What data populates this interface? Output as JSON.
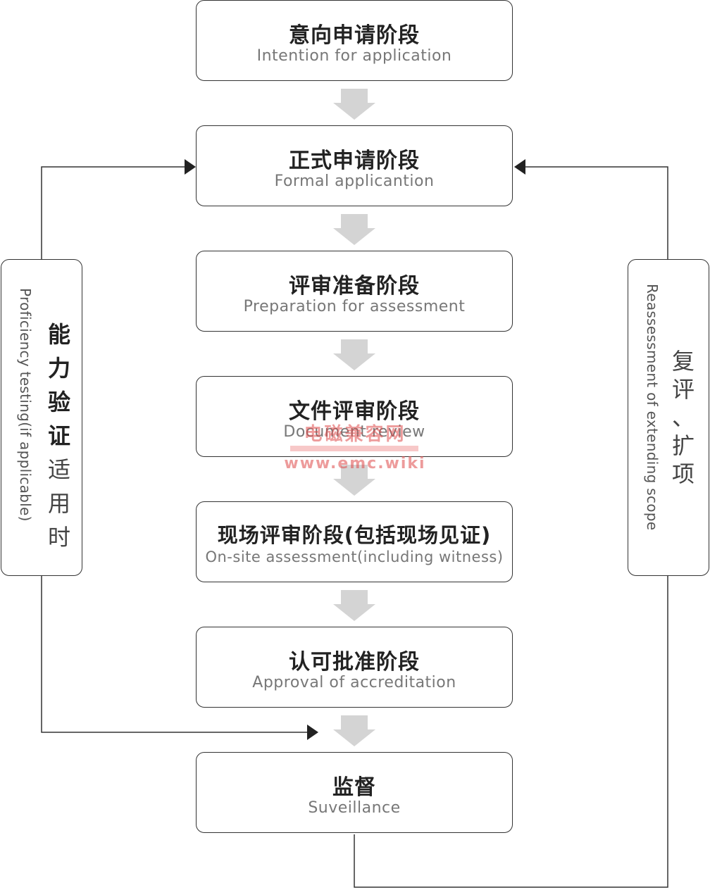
{
  "stages": [
    {
      "zh": "意向申请阶段",
      "en": "Intention for application"
    },
    {
      "zh": "正式申请阶段",
      "en": "Formal applicantion"
    },
    {
      "zh": "评审准备阶段",
      "en": "Preparation for assessment"
    },
    {
      "zh": "文件评审阶段",
      "en": "Document review"
    },
    {
      "zh": "现场评审阶段(包括现场见证)",
      "en": "On-site assessment(including witness)"
    },
    {
      "zh": "认可批准阶段",
      "en": "Approval of accreditation"
    },
    {
      "zh": "监督",
      "en": "Suveillance"
    }
  ],
  "left_box": {
    "zh_bold": [
      "能",
      "力",
      "验",
      "证"
    ],
    "zh_light": [
      "适",
      "用",
      "时"
    ],
    "en": "Proficiency testing(if applicable)"
  },
  "right_box": {
    "zh": [
      "复",
      "评",
      "、",
      "扩",
      "项"
    ],
    "en": "Reassessment of extending scope"
  },
  "watermark": {
    "line1": "电磁兼容网",
    "line2": "www.emc.wiki"
  },
  "colors": {
    "border": "#333333",
    "arrow_fill": "#d4d4d4",
    "watermark": "#e04a4a"
  }
}
